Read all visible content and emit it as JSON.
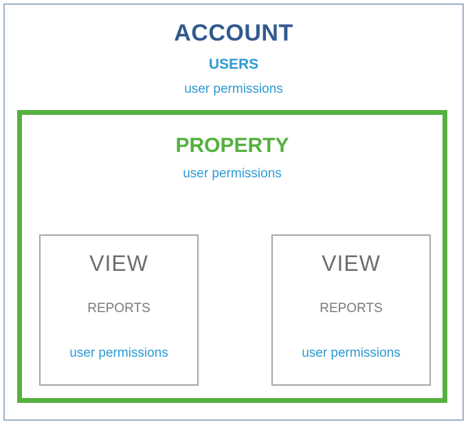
{
  "account": {
    "title": "ACCOUNT",
    "users_label": "USERS",
    "permissions": "user permissions"
  },
  "property": {
    "title": "PROPERTY",
    "permissions": "user permissions",
    "views": [
      {
        "title": "VIEW",
        "reports": "REPORTS",
        "permissions": "user permissions"
      },
      {
        "title": "VIEW",
        "reports": "REPORTS",
        "permissions": "user permissions"
      }
    ]
  },
  "colors": {
    "account_title": "#335a8f",
    "link_blue": "#2d9ad3",
    "property_green": "#55b03f",
    "view_gray": "#6e6e6e"
  }
}
